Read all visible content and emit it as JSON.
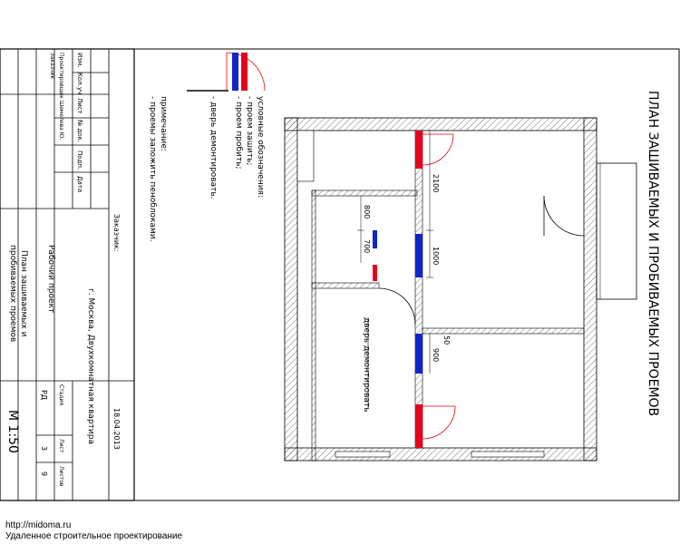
{
  "title": "ПЛАН ЗАШИВАЕМЫХ И ПРОБИВАЕМЫХ ПРОЕМОВ",
  "legend": {
    "heading": "условные обозначения:",
    "close": "- проем зашить;",
    "open": "- проем пробить;",
    "door": "- дверь демонтировать."
  },
  "notes": {
    "heading": "примечание:",
    "text": "- проемы заложить пеноблоками."
  },
  "dimensions": {
    "d2100": "2100",
    "d1000": "1000",
    "d800": "800",
    "d700": "700",
    "d50": "50",
    "d900": "900"
  },
  "door_note": "дверь демонтировать",
  "title_block": {
    "rev_labels": [
      "Изм.",
      "Кол.уч",
      "Лист",
      "№ док.",
      "Подп.",
      "Дата"
    ],
    "role1": "Заказчик",
    "role2": "Проектировщик Шемелева Ю.",
    "customer_label": "Заказчик:",
    "date": "18.04.2013",
    "address": "г. Москва, Двухкомнатная квартира",
    "project": "Рабочий проект",
    "drawing_name_1": "План зашиваемых и",
    "drawing_name_2": "пробиваемых проемов",
    "stage_label": "Стадия",
    "sheet_label": "Лист",
    "sheets_label": "Листов",
    "stage": "РД",
    "sheet": "3",
    "sheets": "9",
    "scale": "М 1:50"
  },
  "colors": {
    "close": "#e8001c",
    "open": "#1025c8"
  },
  "footer": {
    "url": "http://midoma.ru",
    "tagline": "Удаленное строительное проектирование"
  }
}
